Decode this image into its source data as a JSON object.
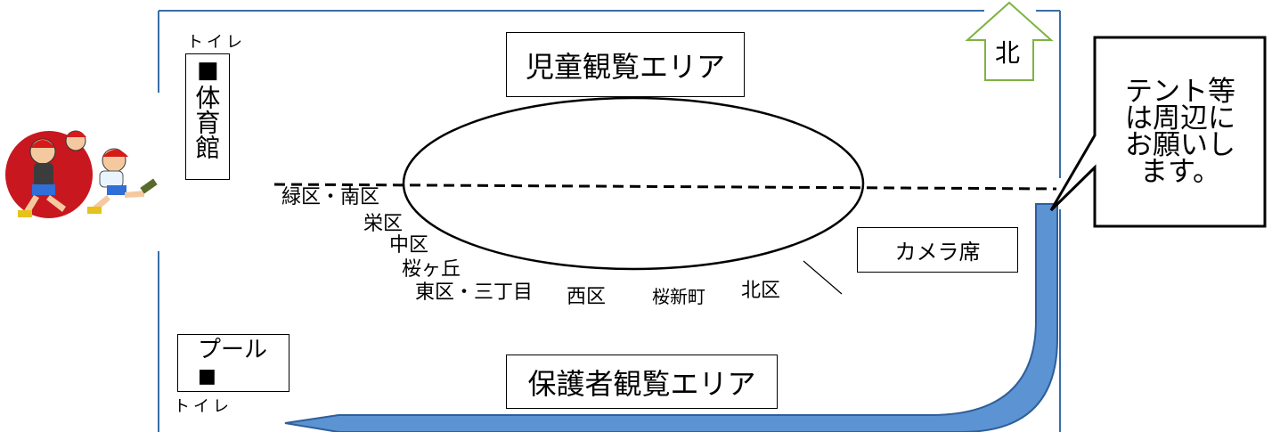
{
  "areas": {
    "children_viewing": "児童観覧エリア",
    "guardian_viewing": "保護者観覧エリア",
    "camera_seats": "カメラ席"
  },
  "buildings": {
    "gym_marker": "■",
    "gym": "体育館",
    "toilet_top": "トイレ",
    "pool": "プール",
    "pool_marker": "■",
    "toilet_bottom": "トイレ"
  },
  "compass": {
    "north": "北"
  },
  "callout": {
    "lines": [
      "テント等",
      "は周辺に",
      "お願いし",
      "ます。"
    ]
  },
  "districts": {
    "midori_minami": "緑区・南区",
    "sakae": "栄区",
    "naka": "中区",
    "sakuragaoka": "桜ヶ丘",
    "higashi_sanchome": "東区・三丁目",
    "nishi": "西区",
    "sakura_shinmachi": "桜新町",
    "kita": "北区"
  },
  "colors": {
    "north_arrow": "#7cb342",
    "route_arrow_fill": "#5b93d3",
    "route_arrow_stroke": "#2f5f9a",
    "field_border": "#3a6ea5",
    "logo_red": "#c8171e"
  }
}
